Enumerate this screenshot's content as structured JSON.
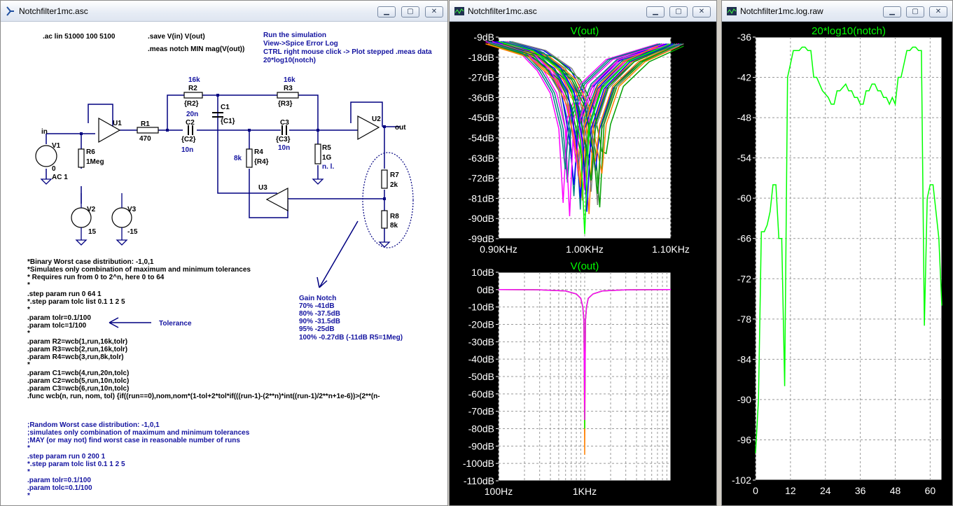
{
  "windows": {
    "schematic": {
      "title": "Notchfilter1mc.asc"
    },
    "plot1": {
      "title": "Notchfilter1mc.asc"
    },
    "plot2": {
      "title": "Notchfilter1mc.log.raw"
    }
  },
  "schematic": {
    "directives": {
      "ac": ".ac lin 51000 100 5100",
      "save": ".save V(in) V(out)",
      "meas": ".meas notch MIN mag(V(out))"
    },
    "hint": [
      "Run the simulation",
      "View->Spice Error Log",
      "CTRL right mouse click -> Plot stepped .meas data",
      "20*log10(notch)"
    ],
    "components": {
      "r2_val": "16k",
      "r2": "R2",
      "r2_p": "{R2}",
      "r3_val": "16k",
      "r3": "R3",
      "r3_p": "{R3}",
      "c1_val": "20n",
      "c1": "C1",
      "c1_p": "{C1}",
      "u1": "U1",
      "r1": "R1",
      "r1_val": "470",
      "c2": "C2",
      "c2_p": "{C2}",
      "c2_val": "10n",
      "c3": "C3",
      "c3_p": "{C3}",
      "c3_val": "10n",
      "u2": "U2",
      "out": "out",
      "in": "in",
      "v1": "V1",
      "v1_a": "0",
      "v1_b": "AC 1",
      "r6": "R6",
      "r6_val": "1Meg",
      "r4_val": "8k",
      "r4": "R4",
      "r4_p": "{R4}",
      "r5": "R5",
      "r5_val": "1G",
      "r5_note": "n. l.",
      "u3": "U3",
      "r7": "R7",
      "r7_val": "2k",
      "r8": "R8",
      "r8_val": "8k",
      "v2": "V2",
      "v2_val": "15",
      "v3": "V3",
      "v3_val": "-15"
    },
    "gain_notch": {
      "title": "Gain Notch",
      "rows": [
        "70%  -41dB",
        "80%  -37.5dB",
        "90%  -31.5dB",
        "95%  -25dB",
        "100%  -0.27dB (-11dB R5=1Meg)"
      ]
    },
    "tolerance_label": "Tolerance",
    "binary_block": [
      "*Binary Worst case distribution: -1,0,1",
      "*Simulates only combination of maximum and minimum tolerances",
      "* Requires run from 0 to 2^n, here 0 to 64",
      "*",
      ".step param run 0 64 1",
      "*.step param tolc list 0.1 1 2 5",
      "*",
      ".param tolr=0.1/100",
      ".param tolc=1/100",
      "*",
      ".param R2=wcb(1,run,16k,tolr)",
      ".param R3=wcb(2,run,16k,tolr)",
      ".param R4=wcb(3,run,8k,tolr)",
      "*",
      ".param C1=wcb(4,run,20n,tolc)",
      ".param C2=wcb(5,run,10n,tolc)",
      ".param C3=wcb(6,run,10n,tolc)",
      ".func wcb(n, run, nom, tol)  {if((run==0),nom,nom*(1-tol+2*tol*if(((run-1)-(2**n)*int((run-1)/2**n+1e-6))>(2**(n-"
    ],
    "random_block": [
      ";Random Worst case distribution: -1,0,1",
      ";simulates only combination of maximum and minimum tolerances",
      ";MAY (or may not) find worst case in reasonable number of runs",
      "*",
      ".step param run 0 200 1",
      "*.step param tolc list 0.1 1 2 5",
      "*",
      ".param tolr=0.1/100",
      ".param tolc=0.1/100",
      "*"
    ]
  },
  "colors": {
    "trace": "#00ff00",
    "magenta": "#ff00ff",
    "schematic_blue": "#1414a0",
    "wire": "#000080"
  },
  "chart_data": [
    {
      "type": "line",
      "title": "V(out)",
      "x_tick_labels": [
        "0.90KHz",
        "1.00KHz",
        "1.10KHz"
      ],
      "xlim": [
        0.9,
        1.1
      ],
      "y_tick_labels": [
        "-9dB",
        "-18dB",
        "-27dB",
        "-36dB",
        "-45dB",
        "-54dB",
        "-63dB",
        "-72dB",
        "-81dB",
        "-90dB",
        "-99dB"
      ],
      "ylim": [
        -99,
        -9
      ],
      "grid": true,
      "series_note_values": [
        {
          "name": "",
          "x": [
            0.9,
            0.94,
            0.97,
            0.985,
            0.995,
            1.0,
            1.005,
            1.02,
            1.05,
            1.1
          ],
          "y": [
            -11,
            -15,
            -23,
            -33,
            -55,
            -97,
            -50,
            -32,
            -20,
            -12
          ]
        },
        {
          "name": "",
          "x": [
            0.9,
            0.94,
            0.96,
            0.975,
            0.985,
            0.99,
            0.995,
            1.01,
            1.04,
            1.1
          ],
          "y": [
            -11,
            -16,
            -24,
            -34,
            -50,
            -81,
            -45,
            -30,
            -19,
            -12
          ]
        },
        {
          "name": "",
          "x": [
            0.9,
            0.95,
            0.98,
            0.995,
            1.005,
            1.01,
            1.015,
            1.03,
            1.06,
            1.1
          ],
          "y": [
            -12,
            -18,
            -28,
            -40,
            -60,
            -85,
            -48,
            -31,
            -20,
            -13
          ]
        }
      ]
    },
    {
      "type": "line",
      "title": "V(out)",
      "x_tick_labels": [
        "100Hz",
        "1KHz"
      ],
      "xlim": [
        100,
        10000
      ],
      "xscale": "log",
      "y_tick_labels": [
        "10dB",
        "0dB",
        "-10dB",
        "-20dB",
        "-30dB",
        "-40dB",
        "-50dB",
        "-60dB",
        "-70dB",
        "-80dB",
        "-90dB",
        "-100dB",
        "-110dB"
      ],
      "ylim": [
        -110,
        10
      ],
      "grid": true,
      "series": [
        {
          "name": "",
          "x": [
            100,
            300,
            600,
            800,
            900,
            950,
            980,
            1000,
            1020,
            1050,
            1100,
            1250,
            1600,
            3000,
            10000
          ],
          "y": [
            0,
            -0.1,
            -0.8,
            -2.5,
            -5,
            -10,
            -18,
            -95,
            -18,
            -10,
            -5,
            -2.5,
            -0.8,
            -0.1,
            0
          ]
        }
      ]
    },
    {
      "type": "line",
      "title": "20*log10(notch)",
      "x_tick_labels": [
        "0",
        "12",
        "24",
        "36",
        "48",
        "60"
      ],
      "xlim": [
        0,
        64
      ],
      "y_tick_labels": [
        "-36",
        "-42",
        "-48",
        "-54",
        "-60",
        "-66",
        "-72",
        "-78",
        "-84",
        "-90",
        "-96",
        "-102"
      ],
      "ylim": [
        -102,
        -36
      ],
      "grid": true,
      "series": [
        {
          "name": "",
          "x": [
            0,
            1,
            2,
            3,
            4,
            5,
            6,
            7,
            8,
            9,
            10,
            11,
            12,
            13,
            14,
            15,
            16,
            17,
            18,
            19,
            20,
            21,
            22,
            23,
            24,
            25,
            26,
            27,
            28,
            29,
            30,
            31,
            32,
            33,
            34,
            35,
            36,
            37,
            38,
            39,
            40,
            41,
            42,
            43,
            44,
            45,
            46,
            47,
            48,
            49,
            50,
            51,
            52,
            53,
            54,
            55,
            56,
            57,
            58,
            59,
            60,
            61,
            62,
            63,
            64
          ],
          "y": [
            -98,
            -90,
            -65,
            -65,
            -64,
            -62,
            -58,
            -58,
            -66,
            -66,
            -88,
            -42,
            -40,
            -38,
            -38,
            -38,
            -37.5,
            -37.5,
            -38,
            -38,
            -42,
            -42,
            -43,
            -44,
            -44.5,
            -45,
            -46,
            -46,
            -44,
            -44,
            -43.5,
            -43,
            -44,
            -44,
            -45,
            -45,
            -46,
            -46,
            -44,
            -44,
            -43,
            -43,
            -44,
            -44,
            -45,
            -45,
            -46,
            -45,
            -46,
            -42,
            -42,
            -40,
            -38,
            -38,
            -37.5,
            -37.5,
            -38,
            -38,
            -79,
            -60,
            -58,
            -58,
            -62,
            -66,
            -76
          ]
        }
      ]
    }
  ]
}
